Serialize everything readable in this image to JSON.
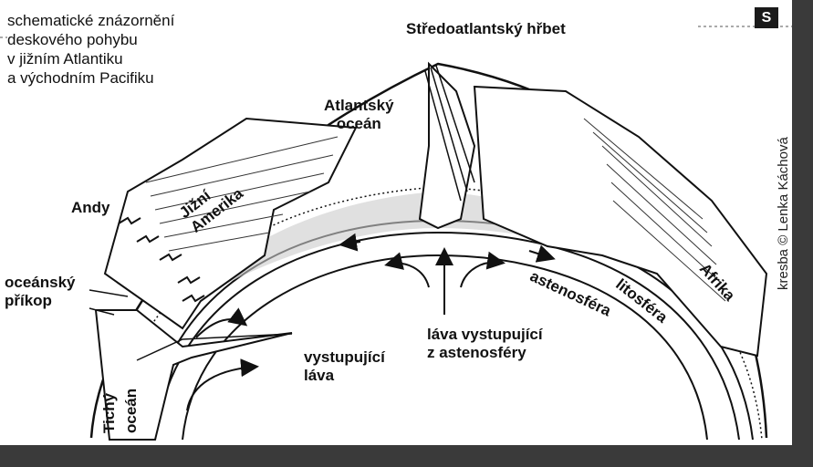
{
  "caption": "schematické znázornění\ndeskového pohybu\nv jižním Atlantiku\na východním Pacifiku",
  "badge": "S",
  "credit": "kresba © Lenka Káchová",
  "labels": {
    "ridge": "Středoatlantský hřbet",
    "atlantic": "Atlantský\noceán",
    "south_america": "Jižní\nAmerika",
    "andes": "Andy",
    "trench": "oceánský\npříkop",
    "pacific": "Tichý\noceán",
    "rising_lava": "vystupující\nláva",
    "lava_from_asthenosphere": "láva vystupující\nz astenosféry",
    "asthenosphere": "astenosféra",
    "lithosphere": "litosféra",
    "africa": "Afrika"
  }
}
